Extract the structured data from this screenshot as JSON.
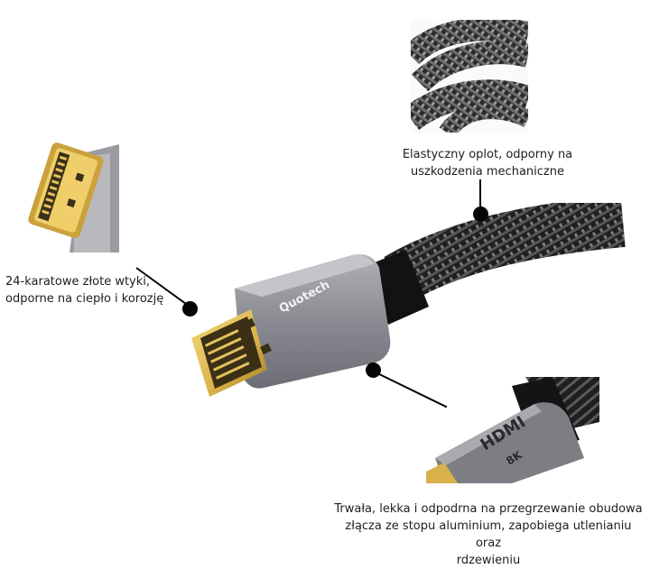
{
  "features": {
    "braid": {
      "caption": "Elastyczny oplot, odporny na uszkodzenia mechaniczne"
    },
    "gold_plugs": {
      "caption_line1": "24-karatowe złote wtyki,",
      "caption_line2": "odporne na ciepło i korozję"
    },
    "housing": {
      "caption_line1": "Trwała, lekka i odpodrna na przegrzewanie obudowa",
      "caption_line2": "złącza ze stopu aluminium, zapobiega utlenianiu oraz",
      "caption_line3": "rdzewieniu"
    }
  },
  "product": {
    "brand": "Quotech",
    "detail_mark": "HDMI",
    "detail_resolution": "8K"
  },
  "colors": {
    "braid": "#2a2a2a",
    "housing": "#8e8e96",
    "gold": "#d9b24a",
    "pointer": "#050505"
  }
}
